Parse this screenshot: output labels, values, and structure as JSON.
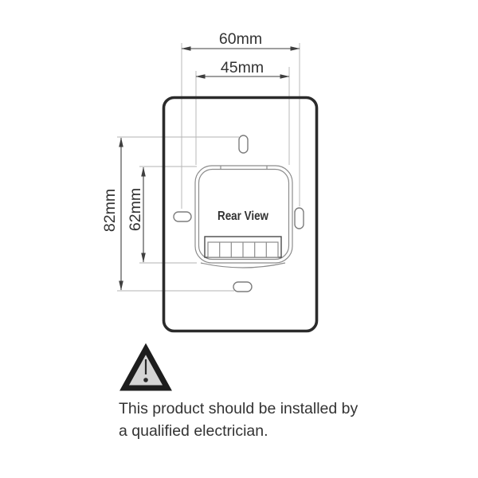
{
  "diagram": {
    "title_hint": "wall-plate rear view installation drawing",
    "dimensions": {
      "top_outer": {
        "label": "60mm"
      },
      "top_inner": {
        "label": "45mm"
      },
      "side_outer": {
        "label": "82mm"
      },
      "side_inner": {
        "label": "62mm"
      }
    },
    "plate": {
      "module_label": "Rear View",
      "terminal_count": 6,
      "fixing_slots": 4
    },
    "warning": {
      "icon": "warning-triangle-icon",
      "text_line1": "This product should be installed by",
      "text_line2": "a qualified electrician."
    },
    "colors": {
      "background": "#ffffff",
      "plate_outline": "#2b2b2b",
      "detail_line": "#8c8c8c",
      "dimension_line": "#3f3f3f",
      "extension_line": "#b3b3b3",
      "label_text": "#333333",
      "warning_triangle_fill": "#d4d4d4",
      "warning_triangle_border": "#1d1d1d"
    }
  }
}
